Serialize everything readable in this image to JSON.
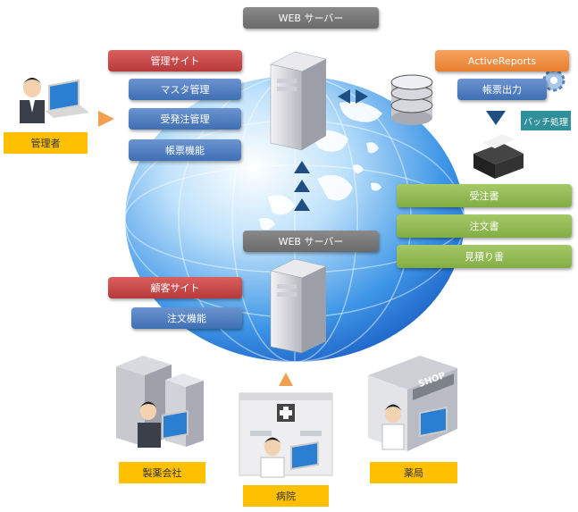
{
  "top_server": {
    "label": "WEB サーバー"
  },
  "admin_site": {
    "title": "管理サイト",
    "items": [
      "マスタ管理",
      "受発注管理",
      "帳票機能"
    ]
  },
  "admin_user": {
    "label": "管理者"
  },
  "reports": {
    "title": "ActiveReports",
    "output": "帳票出力",
    "batch": "バッチ処理"
  },
  "documents": [
    "受注書",
    "注文書",
    "見積り書"
  ],
  "bottom_server": {
    "label": "WEB サーバー"
  },
  "customer_site": {
    "title": "顧客サイト",
    "items": [
      "注文機能"
    ]
  },
  "clients": {
    "pharma": "製薬会社",
    "hospital": "病院",
    "pharmacy": "薬局"
  },
  "shop_sign": "SHOP",
  "colors": {
    "server_label": "#6f6f6f",
    "site_title": "#c0444a",
    "function_item": "#4c7dbf",
    "reports_title": "#ef8c3e",
    "document": "#8db652",
    "batch": "#2f8f9a",
    "user_label": "#ffc000",
    "arrow": "#1f4f82"
  }
}
